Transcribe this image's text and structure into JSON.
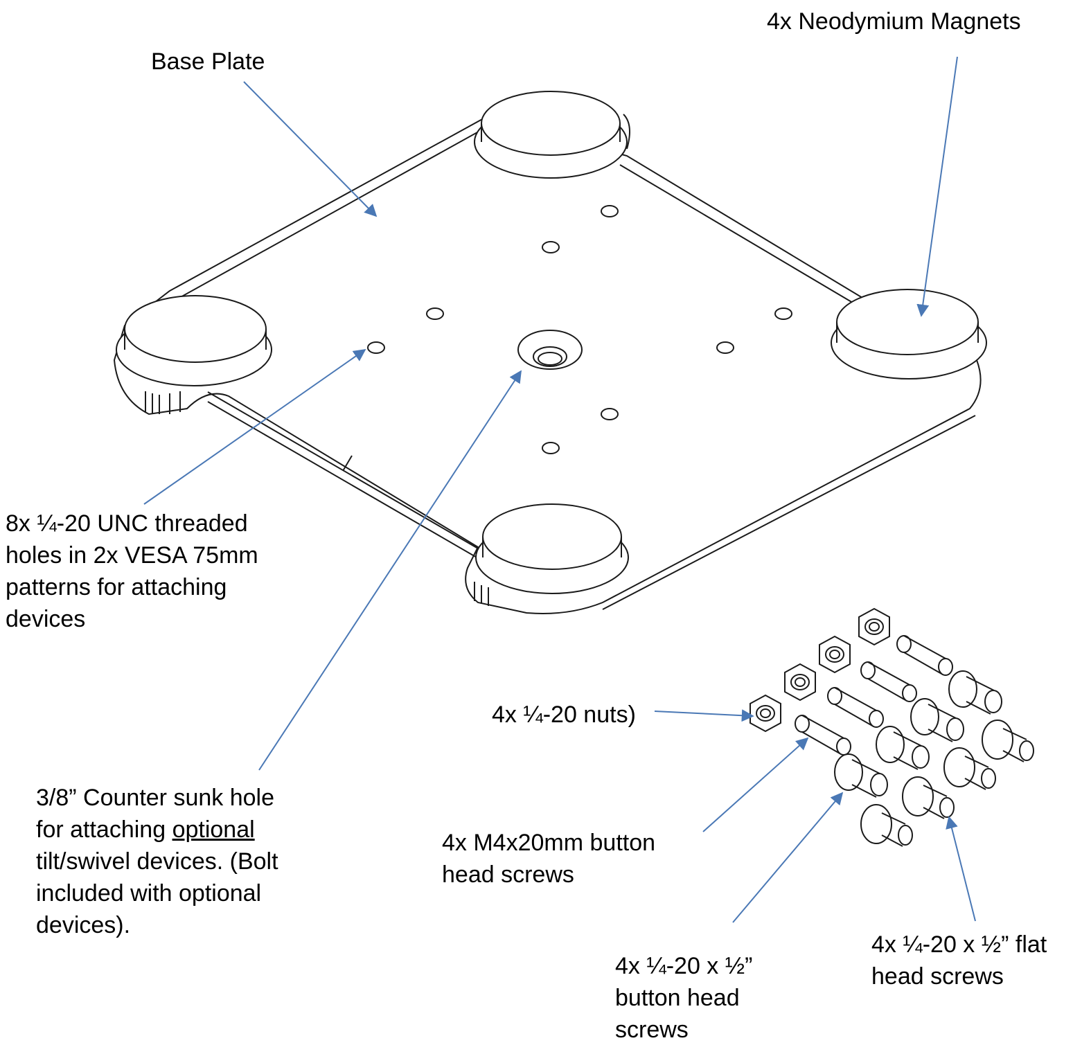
{
  "colors": {
    "arrow": "#4a78b5",
    "line_art": "#1a1a1a",
    "background": "#ffffff"
  },
  "labels": {
    "neodymium_magnets": "4x Neodymium Magnets",
    "base_plate": "Base Plate",
    "threaded_holes": [
      "8x ¼-20 UNC threaded",
      "holes in 2x VESA 75mm",
      "patterns for attaching",
      "devices"
    ],
    "countersunk": {
      "line1": "3/8” Counter sunk hole",
      "line2_prefix": "for attaching ",
      "line2_underlined": "optional",
      "line3": "tilt/swivel devices. (Bolt",
      "line4": "included with optional",
      "line5": "devices)."
    },
    "nuts": "4x ¼-20 nuts)",
    "m4_screws": [
      "4x M4x20mm button",
      "head screws"
    ],
    "button_head_screws": [
      "4x ¼-20 x ½”",
      "button head",
      "screws"
    ],
    "flat_head_screws": [
      "4x ¼-20 x ½” flat",
      "head screws"
    ]
  }
}
